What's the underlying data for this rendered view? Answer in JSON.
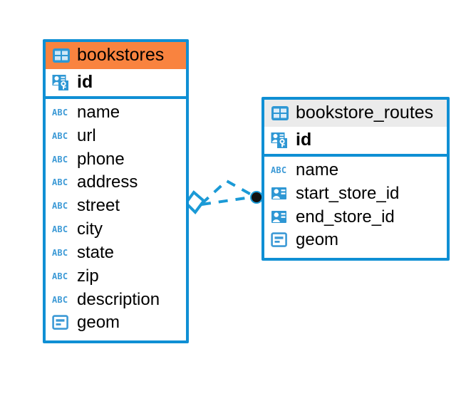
{
  "diagram": {
    "type": "entity-relationship-diagram",
    "colors": {
      "border_blue": "#0F8FD4",
      "icon_blue": "#2E97D4",
      "header_accent_orange": "#F9833F",
      "header_neutral_gray": "#EBEBEB",
      "text": "#000000",
      "relationship_line": "#1B9AD6",
      "endpoint_dot": "#111111",
      "background": "#FFFFFF"
    },
    "entities": [
      {
        "name": "bookstores",
        "header_style": "accent",
        "header_icon": "table-icon",
        "primary_key": {
          "label": "id",
          "icon": "primary-key-icon"
        },
        "fields": [
          {
            "label": "name",
            "icon": "text-type-icon",
            "icon_text": "ABC"
          },
          {
            "label": "url",
            "icon": "text-type-icon",
            "icon_text": "ABC"
          },
          {
            "label": "phone",
            "icon": "text-type-icon",
            "icon_text": "ABC"
          },
          {
            "label": "address",
            "icon": "text-type-icon",
            "icon_text": "ABC"
          },
          {
            "label": "street",
            "icon": "text-type-icon",
            "icon_text": "ABC"
          },
          {
            "label": "city",
            "icon": "text-type-icon",
            "icon_text": "ABC"
          },
          {
            "label": "state",
            "icon": "text-type-icon",
            "icon_text": "ABC"
          },
          {
            "label": "zip",
            "icon": "text-type-icon",
            "icon_text": "ABC"
          },
          {
            "label": "description",
            "icon": "text-type-icon",
            "icon_text": "ABC"
          },
          {
            "label": "geom",
            "icon": "geometry-type-icon",
            "icon_text": ""
          }
        ]
      },
      {
        "name": "bookstore_routes",
        "header_style": "neutral",
        "header_icon": "table-icon",
        "primary_key": {
          "label": "id",
          "icon": "primary-key-icon"
        },
        "fields": [
          {
            "label": "name",
            "icon": "text-type-icon",
            "icon_text": "ABC"
          },
          {
            "label": "start_store_id",
            "icon": "foreign-key-icon",
            "icon_text": ""
          },
          {
            "label": "end_store_id",
            "icon": "foreign-key-icon",
            "icon_text": ""
          },
          {
            "label": "geom",
            "icon": "geometry-type-icon",
            "icon_text": ""
          }
        ]
      }
    ],
    "relationship": {
      "style": "dashed",
      "source_endpoint": "diamond-outline",
      "target_endpoint": "filled-dot",
      "branches": 2
    }
  }
}
